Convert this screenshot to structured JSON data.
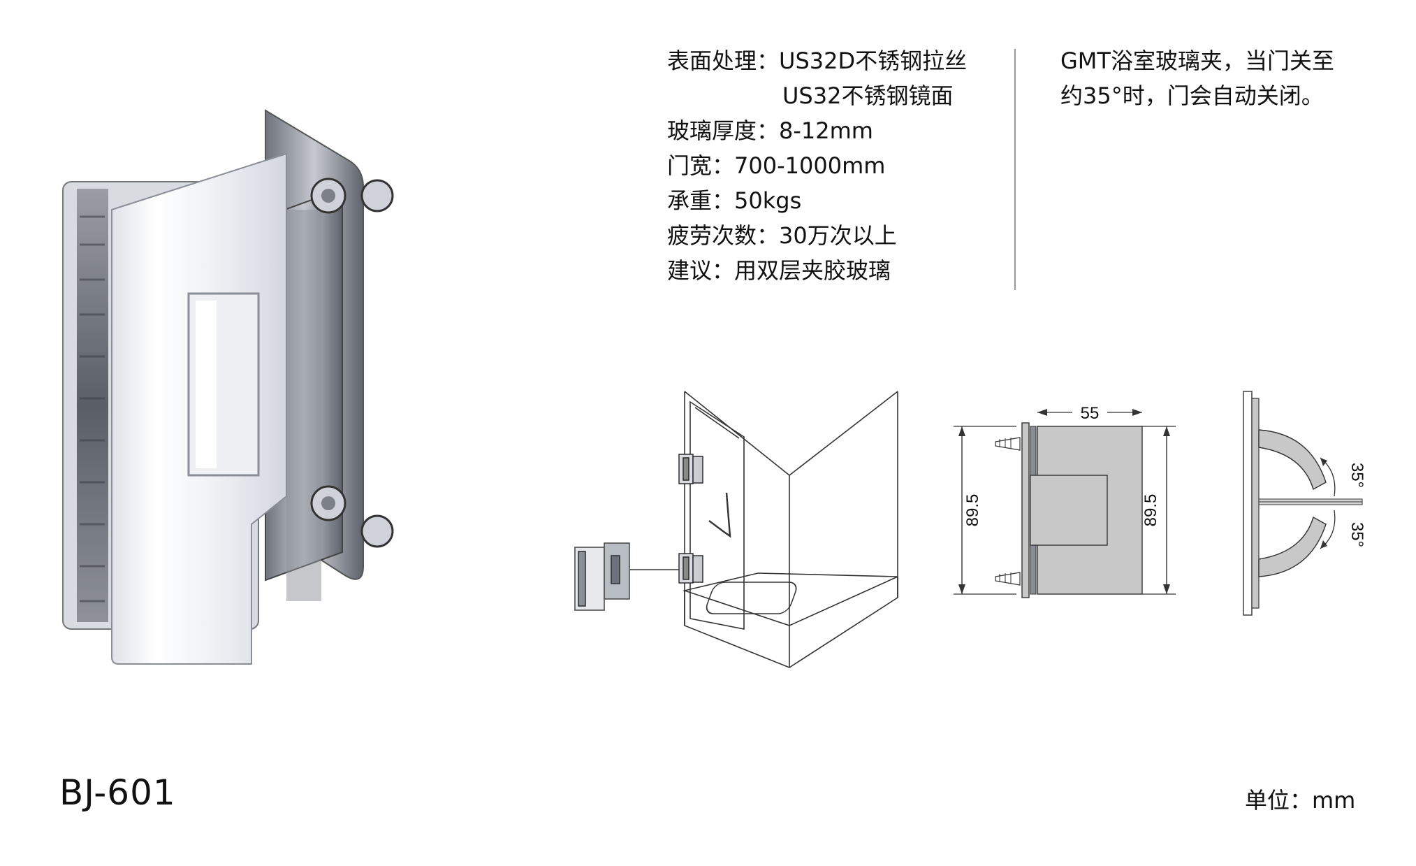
{
  "specs": {
    "surface_label": "表面处理：",
    "surface_value_1": "US32D不锈钢拉丝",
    "surface_value_2": "US32不锈钢镜面",
    "glass_thickness": "玻璃厚度：8-12mm",
    "door_width": "门宽：700-1000mm",
    "load": "承重：50kgs",
    "fatigue": "疲劳次数：30万次以上",
    "suggestion": "建议：用双层夹胶玻璃"
  },
  "description": {
    "line_1": "GMT浴室玻璃夹，当门关至",
    "line_2": "约35°时，门会自动关闭。"
  },
  "dimensions": {
    "width": "55",
    "height_left": "89.5",
    "height_right": "89.5",
    "angle_top": "35°",
    "angle_bottom": "35°"
  },
  "model": "BJ-601",
  "unit": "单位：mm",
  "colors": {
    "chrome_light": "#f4f5f8",
    "chrome_mid": "#c9ccd3",
    "chrome_dark": "#6d727c",
    "drawing_fill": "#c8c8c8",
    "divider": "#999999"
  }
}
